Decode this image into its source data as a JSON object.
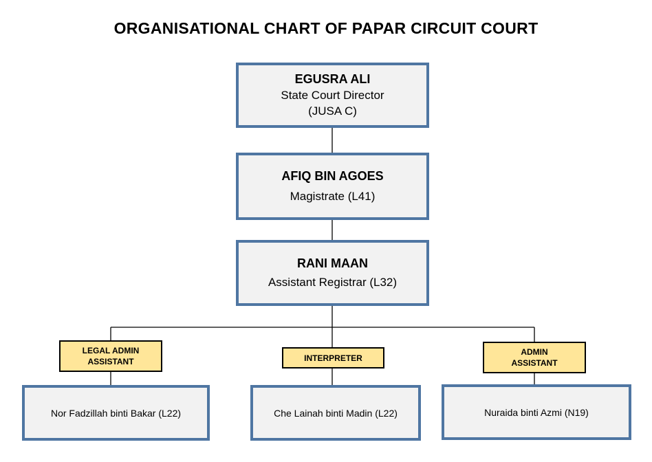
{
  "title": "ORGANISATIONAL CHART OF PAPAR CIRCUIT COURT",
  "colors": {
    "box_border": "#4f76a2",
    "box_fill": "#f2f2f2",
    "label_fill": "#ffe699",
    "line": "#000000"
  },
  "director": {
    "name": "EGUSRA ALI",
    "role": "State Court Director",
    "grade": "(JUSA C)"
  },
  "magistrate": {
    "name": "AFIQ BIN AGOES",
    "role": "Magistrate (L41)"
  },
  "registrar": {
    "name": "RANI MAAN",
    "role": "Assistant Registrar (L32)"
  },
  "departments": [
    {
      "label_line1": "LEGAL ADMIN",
      "label_line2": "ASSISTANT",
      "staff": "Nor Fadzillah binti Bakar (L22)"
    },
    {
      "label_line1": "INTERPRETER",
      "label_line2": "",
      "staff": "Che Lainah binti Madin (L22)"
    },
    {
      "label_line1": "ADMIN",
      "label_line2": "ASSISTANT",
      "staff": "Nuraida binti Azmi (N19)"
    }
  ]
}
